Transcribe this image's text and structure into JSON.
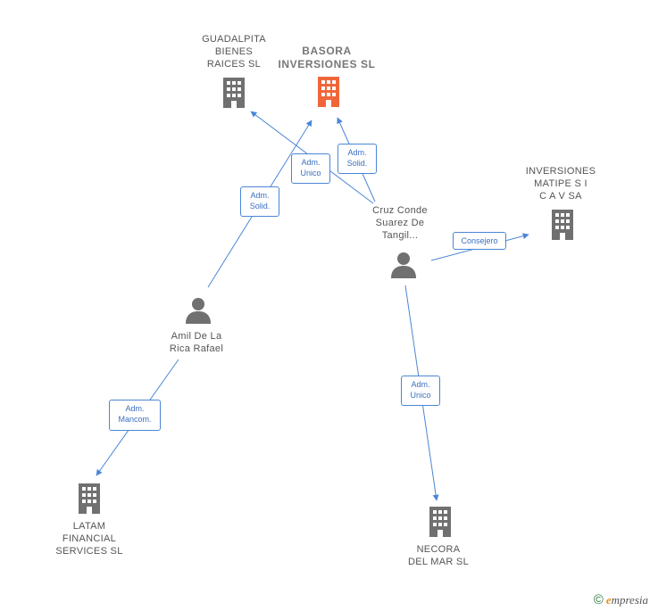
{
  "colors": {
    "edge": "#4a86d6",
    "building": "#707070",
    "building_main": "#f0663a",
    "person": "#707070"
  },
  "nodes": {
    "guadalpita": {
      "label": "GUADALPITA\nBIENES\nRAICES SL",
      "icon": "building-icon"
    },
    "basora": {
      "label": "BASORA\nINVERSIONES SL",
      "icon": "building-icon"
    },
    "matipe": {
      "label": "INVERSIONES\nMATIPE S I\nC A V SA",
      "icon": "building-icon"
    },
    "cruz": {
      "label": "Cruz Conde\nSuarez De\nTangil...",
      "icon": "person-icon"
    },
    "amil": {
      "label": "Amil De La\nRica Rafael",
      "icon": "person-icon"
    },
    "latam": {
      "label": "LATAM\nFINANCIAL\nSERVICES SL",
      "icon": "building-icon"
    },
    "necora": {
      "label": "NECORA\nDEL MAR SL",
      "icon": "building-icon"
    }
  },
  "edges": {
    "cruz_guadalpita": "Adm.\nUnico",
    "cruz_basora": "Adm.\nSolid.",
    "amil_basora": "Adm.\nSolid.",
    "cruz_matipe": "Consejero",
    "amil_latam": "Adm.\nMancom.",
    "cruz_necora": "Adm.\nUnico"
  },
  "watermark": {
    "symbol": "©",
    "brand_initial": "e",
    "brand_rest": "mpresia"
  }
}
